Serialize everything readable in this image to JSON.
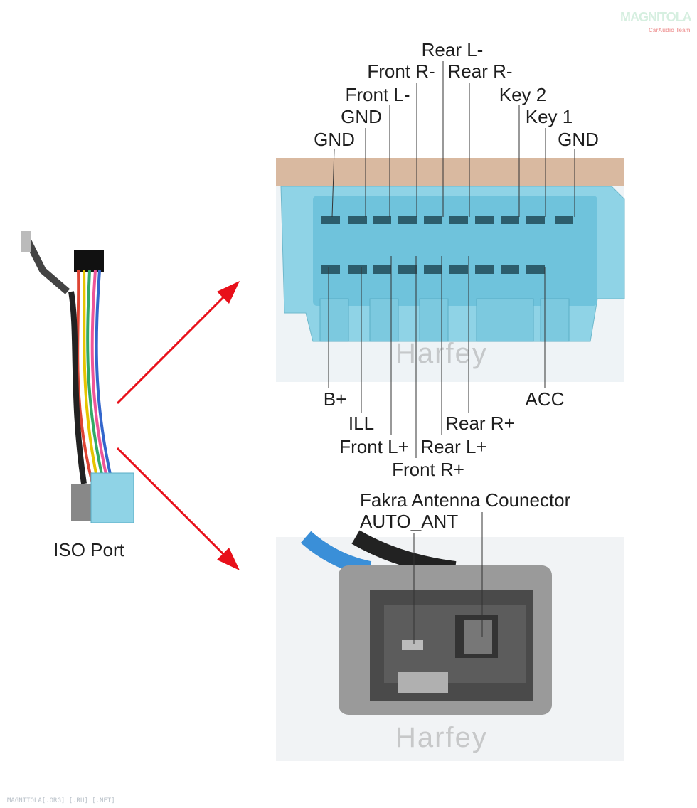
{
  "watermark_logo": {
    "brand": "MAGNITOLA",
    "tagline": "CarAudio Team"
  },
  "footer": "MAGNITOLA[.ORG] [.RU] [.NET]",
  "left": {
    "caption": "ISO Port"
  },
  "main_connector": {
    "watermark": "Harfey",
    "top_pins": [
      "GND",
      "GND",
      "Front L-",
      "Front R-",
      "Rear L-",
      "Rear R-",
      "Key 2",
      "Key 1",
      "GND"
    ],
    "bottom_pins": [
      "B+",
      "ILL",
      "Front L+",
      "Front R+",
      "Rear L+",
      "Rear R+",
      "ACC"
    ]
  },
  "antenna_connector": {
    "watermark": "Harfey",
    "labels": [
      "Fakra Antenna Counector",
      "AUTO_ANT"
    ]
  },
  "colors": {
    "connector_blue": "#8fd3e6",
    "antenna_gray": "#9a9a9a",
    "arrow_red": "#e8101a"
  }
}
